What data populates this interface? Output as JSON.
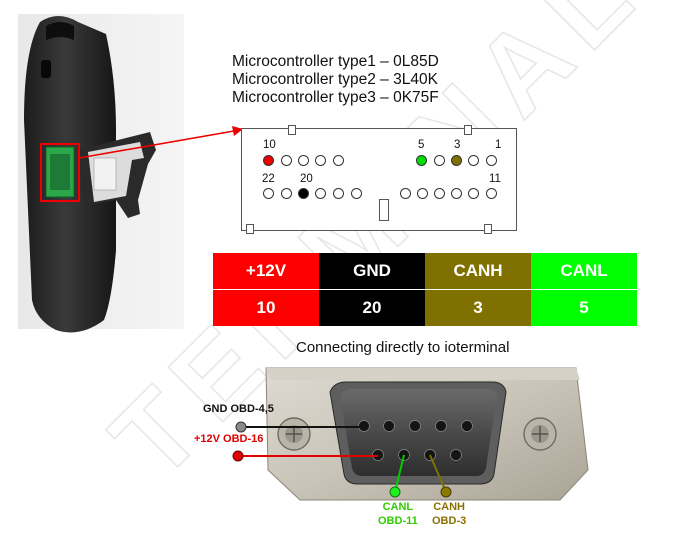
{
  "microcontrollers": [
    "Microcontroller type1 – 0L85D",
    "Microcontroller type2 – 3L40K",
    "Microcontroller type3 – 0K75F"
  ],
  "connector": {
    "pin_numbers": {
      "p10": "10",
      "p5": "5",
      "p3": "3",
      "p1": "1",
      "p22": "22",
      "p20": "20",
      "p11": "11"
    }
  },
  "pin_table": {
    "headers": [
      "+12V",
      "GND",
      "CANH",
      "CANL"
    ],
    "values": [
      "10",
      "20",
      "3",
      "5"
    ],
    "colors": [
      "#fe0000",
      "#000000",
      "#807000",
      "#00ff00"
    ]
  },
  "caption": "Connecting directly to ioterminal",
  "obd": {
    "gnd": "GND OBD-4,5",
    "v12": "+12V OBD-16",
    "canl_title": "CANL",
    "canl_pin": "OBD-11",
    "canh_title": "CANH",
    "canh_pin": "OBD-3"
  },
  "colors": {
    "red": "#e00000",
    "green": "#00dd00",
    "olive": "#807000",
    "gray": "#8a8a8a",
    "label_red": "#e00000",
    "label_green": "#33cc00",
    "label_olive": "#8a7200"
  }
}
